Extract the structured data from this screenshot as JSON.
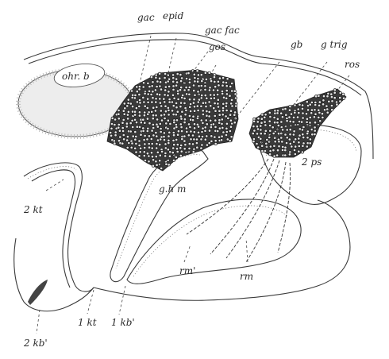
{
  "labels": {
    "gac": "gac",
    "epid": "epid",
    "gacfac": "gac fac",
    "gos": "gos",
    "gb": "gb",
    "gtrig": "g trig",
    "ros": "ros",
    "ohrb": "ohr. b",
    "ghm": "g.h m",
    "ps2": "2 ps",
    "kt2": "2 kt",
    "rm": "rm",
    "rm1": "rm'",
    "kt1": "1 kt",
    "kb1": "1 kb'",
    "kb2": "2 kb'"
  },
  "colors": {
    "ink": "#2a2a2a",
    "stipple": "#cfcfcf"
  }
}
